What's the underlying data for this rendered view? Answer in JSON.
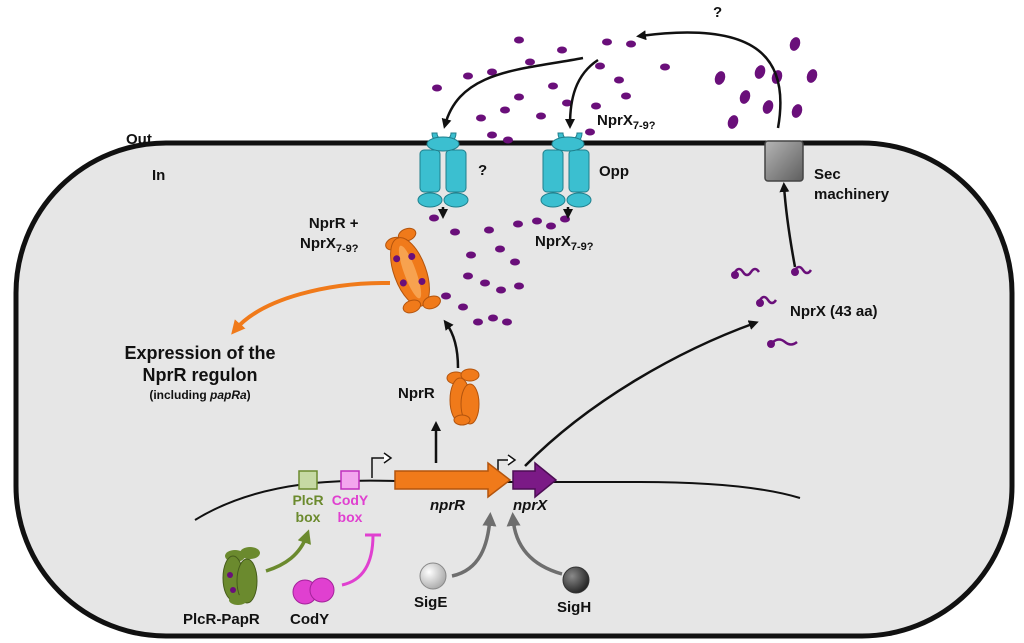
{
  "labels": {
    "out": "Out",
    "in": "In",
    "question_top": "?",
    "question_transporter": "?",
    "opp": "Opp",
    "sec_line1": "Sec",
    "sec_line2": "machinery",
    "nprx_extracellular_base": "NprX",
    "nprx_extracellular_sub": "7-9?",
    "nprx_intracellular_base": "NprX",
    "nprx_intracellular_sub": "7-9?",
    "complex_line1": "NprR +",
    "complex_line2_base": "NprX",
    "complex_line2_sub": "7-9?",
    "regulon_line1": "Expression of the",
    "regulon_line2": "NprR regulon",
    "regulon_line3_prefix": "(including ",
    "regulon_line3_italic": "papRa",
    "regulon_line3_suffix": ")",
    "nprr_protein": "NprR",
    "nprx_propeptide": "NprX (43 aa)",
    "gene_nprr": "nprR",
    "gene_nprx": "nprX",
    "plcr_box_line1": "PlcR",
    "plcr_box_line2": "box",
    "cody_box_line1": "CodY",
    "cody_box_line2": "box",
    "plcr_papr": "PlcR-PapR",
    "cody": "CodY",
    "sige": "SigE",
    "sigh": "SigH"
  },
  "colors": {
    "cell_fill": "#e6e6e6",
    "membrane": "#111111",
    "peptide": "#6a0f7a",
    "nprr": "#f07a1a",
    "nprx_gene": "#7b1a86",
    "plcr": "#6b8a2e",
    "plcr_box": "#c6d9a4",
    "cody": "#e040d0",
    "cody_box": "#f3a6ee",
    "transporter": "#3bbfd0",
    "sec": "#8c8c8c",
    "arrow_gray": "#6e6e6e",
    "regulon_arrow": "#f07a1a"
  },
  "icons": {
    "transporter_1": "oligopeptide-transporter-icon",
    "transporter_2": "oligopeptide-transporter-icon",
    "sec": "sec-translocon-icon",
    "promoter": "promoter-bent-arrow-icon"
  }
}
